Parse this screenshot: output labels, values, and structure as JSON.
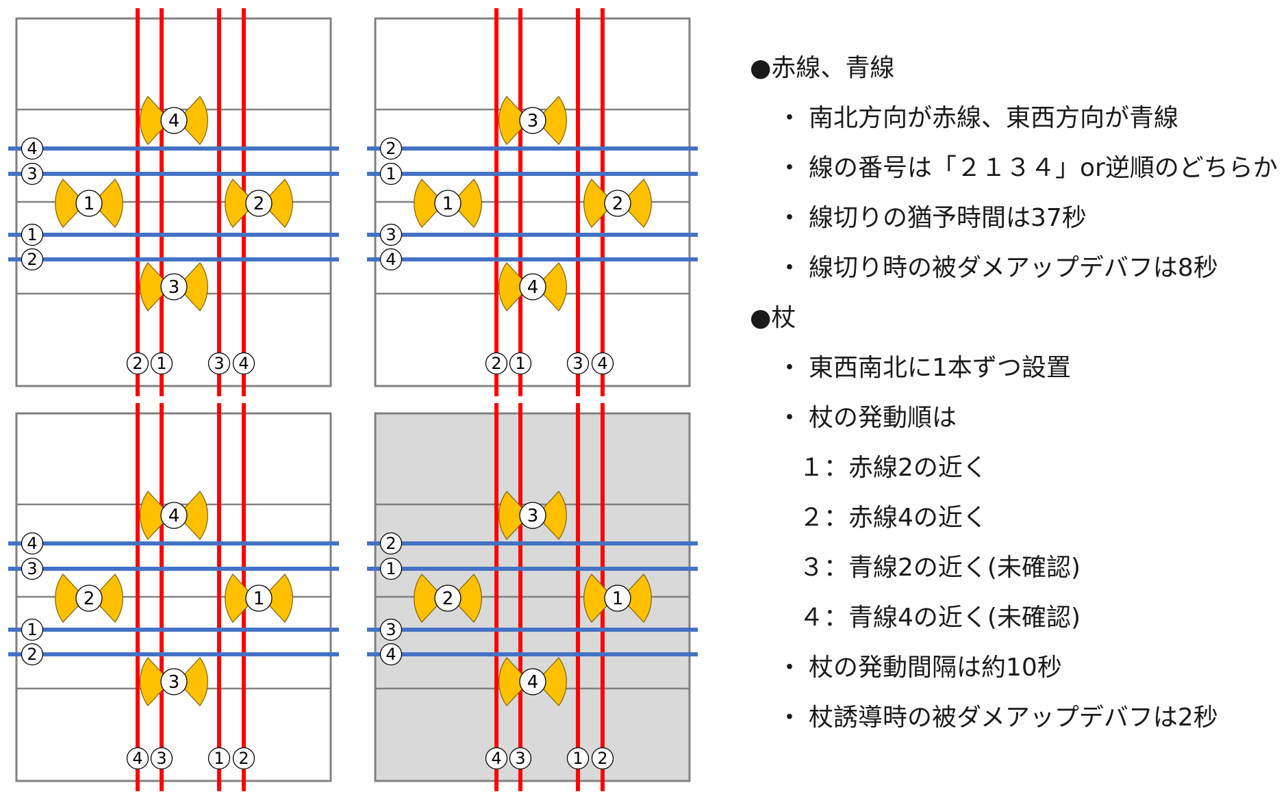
{
  "colors": {
    "red_line": "#ff0000",
    "blue_line": "#4472c4",
    "box_border": "#808080",
    "panel_gray_fill": "#d9d9d9",
    "staff_fill": "#ffc000",
    "text": "#1a1a1a"
  },
  "panels": [
    {
      "shaded": false,
      "red_labels": [
        "2",
        "1",
        "3",
        "4"
      ],
      "blue_labels": [
        "4",
        "3",
        "1",
        "2"
      ],
      "staffs": {
        "north": "4",
        "west": "1",
        "east": "2",
        "south": "3"
      }
    },
    {
      "shaded": false,
      "red_labels": [
        "2",
        "1",
        "3",
        "4"
      ],
      "blue_labels": [
        "2",
        "1",
        "3",
        "4"
      ],
      "staffs": {
        "north": "3",
        "west": "1",
        "east": "2",
        "south": "4"
      }
    },
    {
      "shaded": false,
      "red_labels": [
        "4",
        "3",
        "1",
        "2"
      ],
      "blue_labels": [
        "4",
        "3",
        "1",
        "2"
      ],
      "staffs": {
        "north": "4",
        "west": "2",
        "east": "1",
        "south": "3"
      }
    },
    {
      "shaded": true,
      "red_labels": [
        "4",
        "3",
        "1",
        "2"
      ],
      "blue_labels": [
        "2",
        "1",
        "3",
        "4"
      ],
      "staffs": {
        "north": "3",
        "west": "2",
        "east": "1",
        "south": "4"
      }
    }
  ],
  "notes": [
    {
      "level": 0,
      "marker": "●",
      "text": "赤線、青線"
    },
    {
      "level": 1,
      "marker": "・",
      "text": "南北方向が赤線、東西方向が青線"
    },
    {
      "level": 1,
      "marker": "・",
      "text": "線の番号は「２１３４」or逆順のどちらか"
    },
    {
      "level": 1,
      "marker": "・",
      "text": "線切りの猶予時間は37秒"
    },
    {
      "level": 1,
      "marker": "・",
      "text": "線切り時の被ダメアップデバフは8秒"
    },
    {
      "level": 0,
      "marker": "●",
      "text": "杖"
    },
    {
      "level": 1,
      "marker": "・",
      "text": "東西南北に1本ずつ設置"
    },
    {
      "level": 1,
      "marker": "・",
      "text": "杖の発動順は"
    },
    {
      "level": 2,
      "marker": "",
      "text": "１：赤線2の近く"
    },
    {
      "level": 2,
      "marker": "",
      "text": "２：赤線4の近く"
    },
    {
      "level": 2,
      "marker": "",
      "text": "３：青線2の近く(未確認)"
    },
    {
      "level": 2,
      "marker": "",
      "text": "４：青線4の近く(未確認)"
    },
    {
      "level": 1,
      "marker": "・",
      "text": "杖の発動間隔は約10秒"
    },
    {
      "level": 1,
      "marker": "・",
      "text": "杖誘導時の被ダメアップデバフは2秒"
    }
  ]
}
